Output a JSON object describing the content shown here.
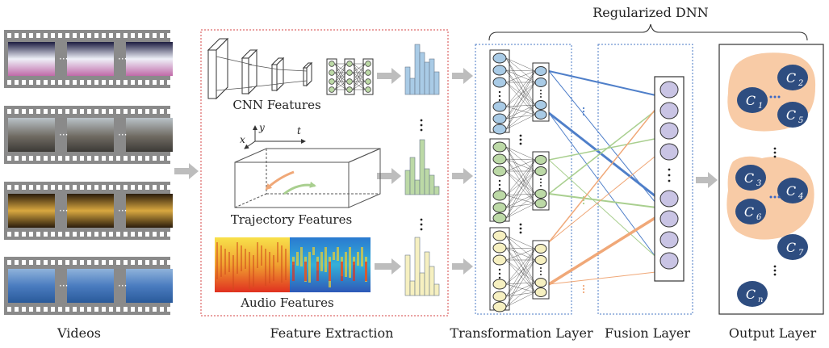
{
  "top_label": "Regularized DNN",
  "stages": {
    "videos": "Videos",
    "feature_extraction": "Feature Extraction",
    "transformation": "Transformation Layer",
    "fusion": "Fusion Layer",
    "output": "Output Layer"
  },
  "features": {
    "cnn": "CNN Features",
    "trajectory": "Trajectory Features",
    "audio": "Audio Features",
    "axis_x": "x",
    "axis_y": "y",
    "axis_t": "t"
  },
  "classes": {
    "group1": [
      {
        "letter": "C",
        "sub": "1"
      },
      {
        "letter": "C",
        "sub": "2"
      },
      {
        "letter": "C",
        "sub": "5"
      }
    ],
    "group2": [
      {
        "letter": "C",
        "sub": "3"
      },
      {
        "letter": "C",
        "sub": "4"
      },
      {
        "letter": "C",
        "sub": "6"
      }
    ],
    "loose": [
      {
        "letter": "C",
        "sub": "7"
      },
      {
        "letter": "C",
        "sub": "n"
      }
    ]
  },
  "colors": {
    "blue": "#a9cbe6",
    "green": "#bcd9a6",
    "yellow": "#f6f0c0",
    "purple": "#c9c4e4",
    "class_node": "#2e4d80",
    "class_group": "#f8cba6",
    "arrow_gray": "#bdbdbd"
  }
}
